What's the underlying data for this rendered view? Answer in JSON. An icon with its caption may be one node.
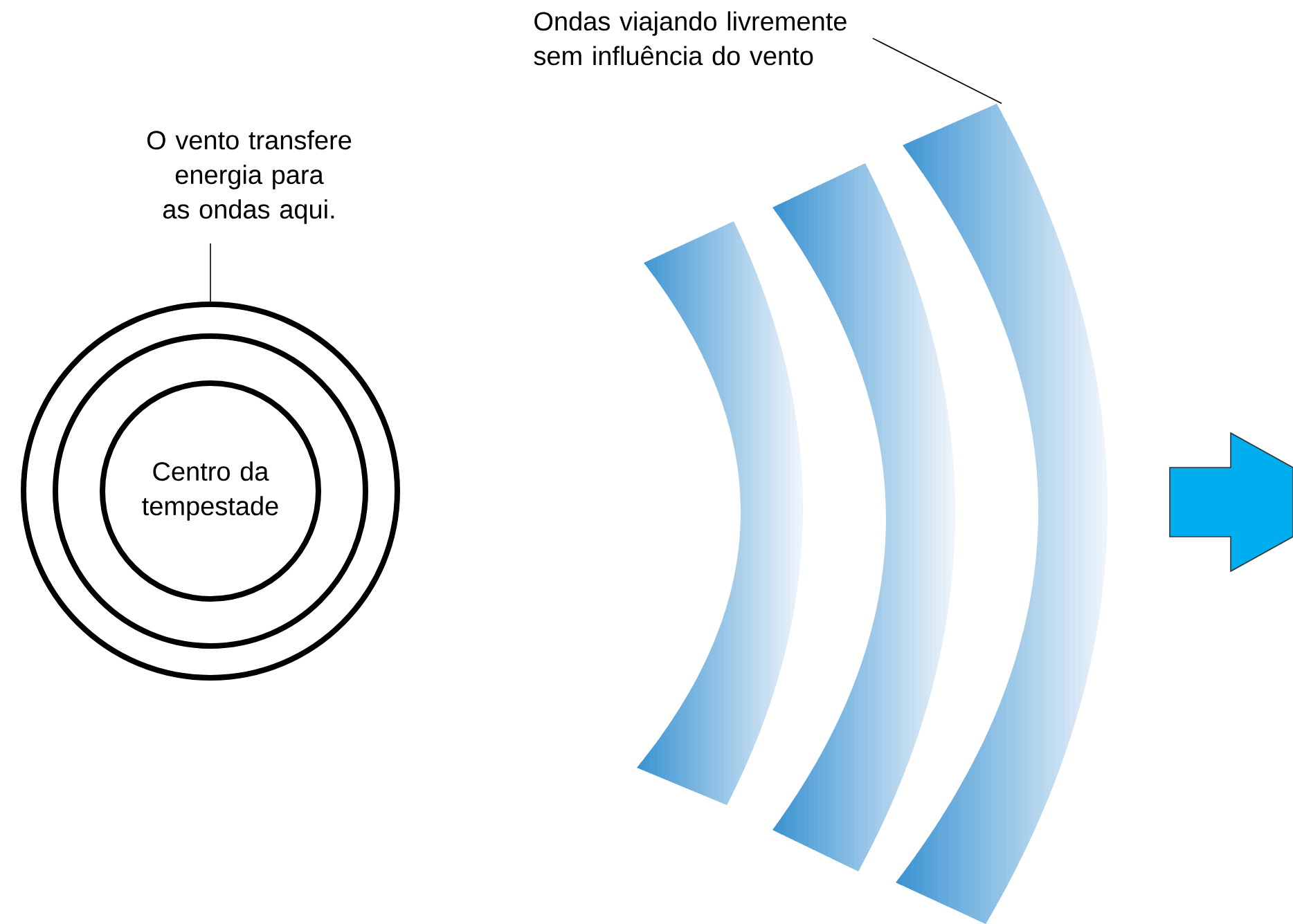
{
  "diagram": {
    "nodes": [
      {
        "text": [
          "O vento transfere energia para as ondas aqui."
        ]
      },
      {
        "text": [],
        "shape": "circle"
      },
      {
        "text": [],
        "shape": "circle",
        "in": 1
      },
      {
        "text": [
          "Centro da tempestade"
        ],
        "in": 2
      },
      {
        "text": [
          "Ondas viajando livremente sem influência do vento"
        ]
      },
      {
        "text": [],
        "shape": "band"
      },
      {
        "text": [],
        "shape": "band"
      },
      {
        "text": [],
        "shape": "band"
      }
    ],
    "edges": [
      {
        "from": 0,
        "to": 1,
        "arrow": "none"
      },
      {
        "from": 4,
        "to": 7,
        "arrow": "none"
      }
    ]
  }
}
